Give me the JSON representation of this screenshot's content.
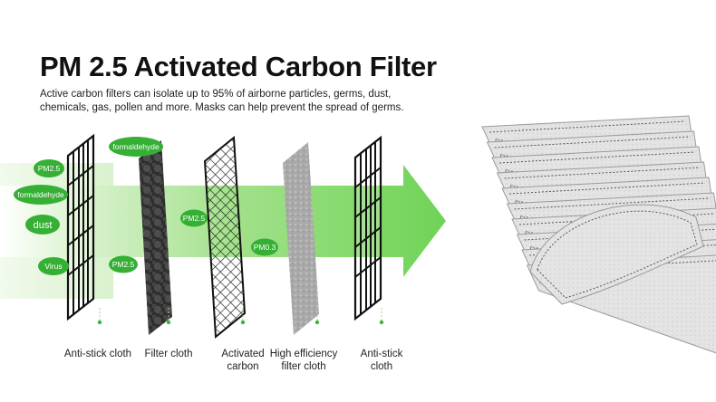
{
  "title": "PM 2.5 Activated Carbon Filter",
  "description": "Active carbon filters can isolate up to 95% of airborne particles, germs, dust, chemicals, gas, pollen and more. Masks can help prevent the spread of germs.",
  "bubbles": {
    "pm25_a": "PM2.5",
    "formaldehyde_a": "formaldehyde",
    "dust": "dust",
    "virus": "Virus",
    "pm25_b": "PM2.5",
    "formaldehyde_b": "formaldehyde",
    "pm25_c": "PM2.5",
    "pm03": "PM0.3"
  },
  "layers": {
    "l1": [
      "Anti-stick cloth"
    ],
    "l2": [
      "Filter cloth"
    ],
    "l3": [
      "Activated",
      "carbon"
    ],
    "l4": [
      "High efficiency",
      "filter cloth"
    ],
    "l5": [
      "Anti-stick",
      "cloth"
    ]
  },
  "filter_print": "PM2.5",
  "colors": {
    "accent_green": "#3bb43b",
    "arrow_green": "#7fd86a",
    "filter_gray": "#d9d9d9",
    "stitch": "#555555"
  }
}
